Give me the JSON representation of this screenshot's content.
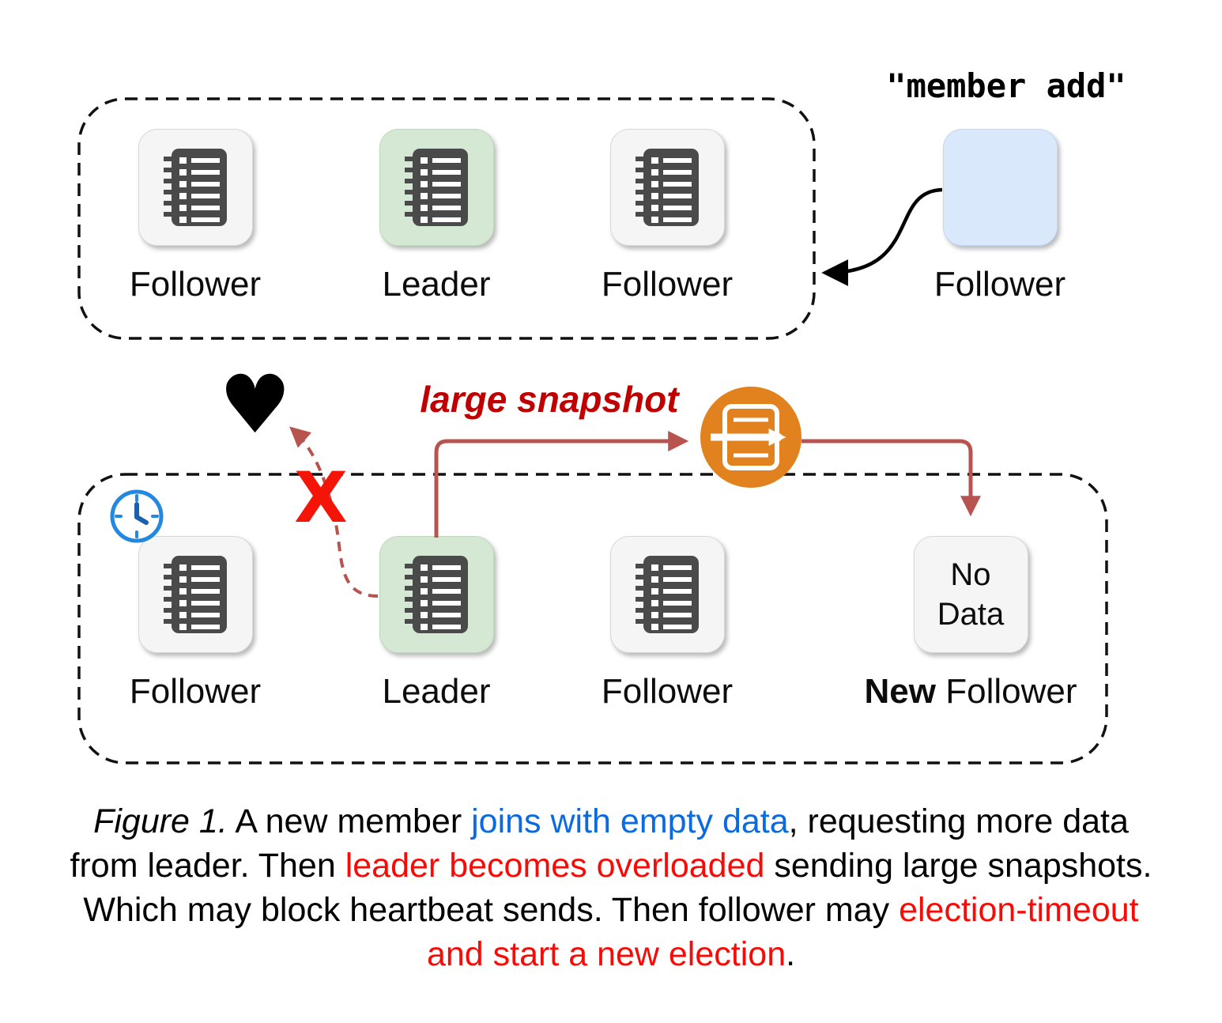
{
  "top_cluster": {
    "nodes": [
      {
        "label": "Follower",
        "role": "follower"
      },
      {
        "label": "Leader",
        "role": "leader"
      },
      {
        "label": "Follower",
        "role": "follower"
      }
    ]
  },
  "new_member": {
    "command": "\"member add\"",
    "label": "Follower"
  },
  "bottom_cluster": {
    "nodes": [
      {
        "label": "Follower",
        "role": "follower"
      },
      {
        "label": "Leader",
        "role": "leader"
      },
      {
        "label": "Follower",
        "role": "follower"
      }
    ],
    "new_follower": {
      "box_text": "No Data",
      "label_bold": "New",
      "label_rest": " Follower"
    }
  },
  "annotations": {
    "large_snapshot": "large snapshot",
    "blocked_x": "X",
    "heart_glyph": "♥"
  },
  "icons": {
    "log": "log-list-icon",
    "clock": "election-timeout-clock-icon",
    "heart": "heartbeat-heart-icon",
    "snapshot": "snapshot-transfer-icon"
  },
  "colors": {
    "leader_fill": "#d5e8d4",
    "follower_fill": "#f5f5f5",
    "new_member_fill": "#dae8fc",
    "snapshot_arrow": "#b85450",
    "large_snapshot_text": "#c00000",
    "x_mark": "#f51508",
    "caption_blue": "#0a6ae1",
    "caption_red": "#f80b06",
    "clock_blue": "#2288e0",
    "snapshot_circle": "#e2821e"
  },
  "caption": {
    "segments": [
      {
        "text": "Figure 1.",
        "style": "italic"
      },
      {
        "text": " A new member ",
        "style": "normal"
      },
      {
        "text": "joins with empty data",
        "style": "blue"
      },
      {
        "text": ", requesting more data from leader. Then ",
        "style": "normal"
      },
      {
        "text": "leader becomes overloaded",
        "style": "red"
      },
      {
        "text": " sending large snapshots. Which may block heartbeat sends. Then follower may ",
        "style": "normal"
      },
      {
        "text": "election-timeout and start a new election",
        "style": "red"
      },
      {
        "text": ".",
        "style": "normal"
      }
    ]
  }
}
